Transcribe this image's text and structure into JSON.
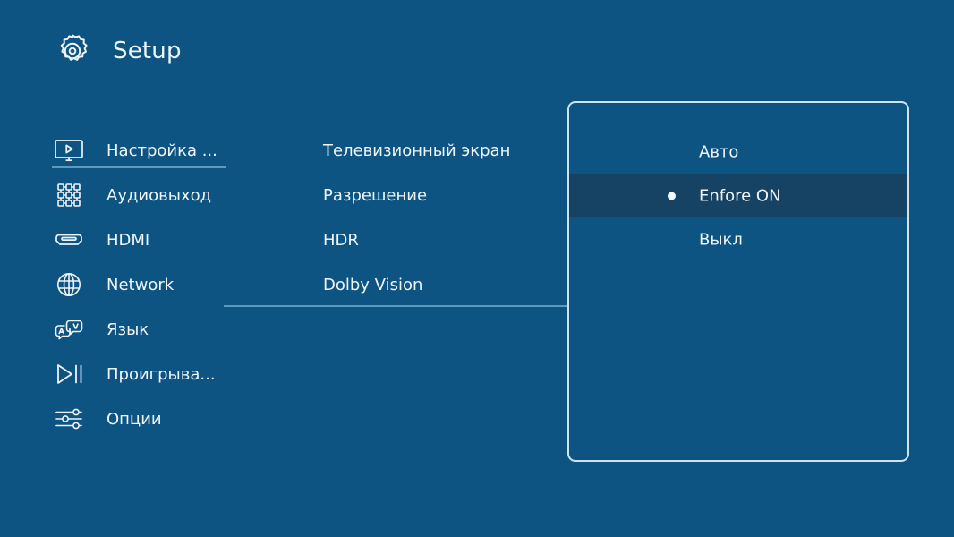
{
  "header": {
    "title": "Setup",
    "icon": "gear-icon"
  },
  "sidebar": {
    "items": [
      {
        "label": "Настройка ...",
        "icon": "display-play-icon"
      },
      {
        "label": "Аудиовыход",
        "icon": "audio-matrix-icon"
      },
      {
        "label": "HDMI",
        "icon": "hdmi-port-icon"
      },
      {
        "label": "Network",
        "icon": "globe-icon"
      },
      {
        "label": "Язык",
        "icon": "translate-icon"
      },
      {
        "label": "Проигрыва...",
        "icon": "play-pause-icon"
      },
      {
        "label": "Опции",
        "icon": "sliders-icon"
      }
    ]
  },
  "middle": {
    "items": [
      {
        "label": "Телевизионный экран"
      },
      {
        "label": "Разрешение"
      },
      {
        "label": "HDR"
      },
      {
        "label": "Dolby Vision"
      }
    ]
  },
  "panel": {
    "options": [
      {
        "label": "Авто",
        "selected": false
      },
      {
        "label": "Enfore ON",
        "selected": true
      },
      {
        "label": "Выкл",
        "selected": false
      }
    ]
  },
  "colors": {
    "background": "#0d5483",
    "highlight": "#164363",
    "text": "#f0f5f9",
    "border": "#cfe2ee",
    "divider": "#6fa7c8"
  }
}
